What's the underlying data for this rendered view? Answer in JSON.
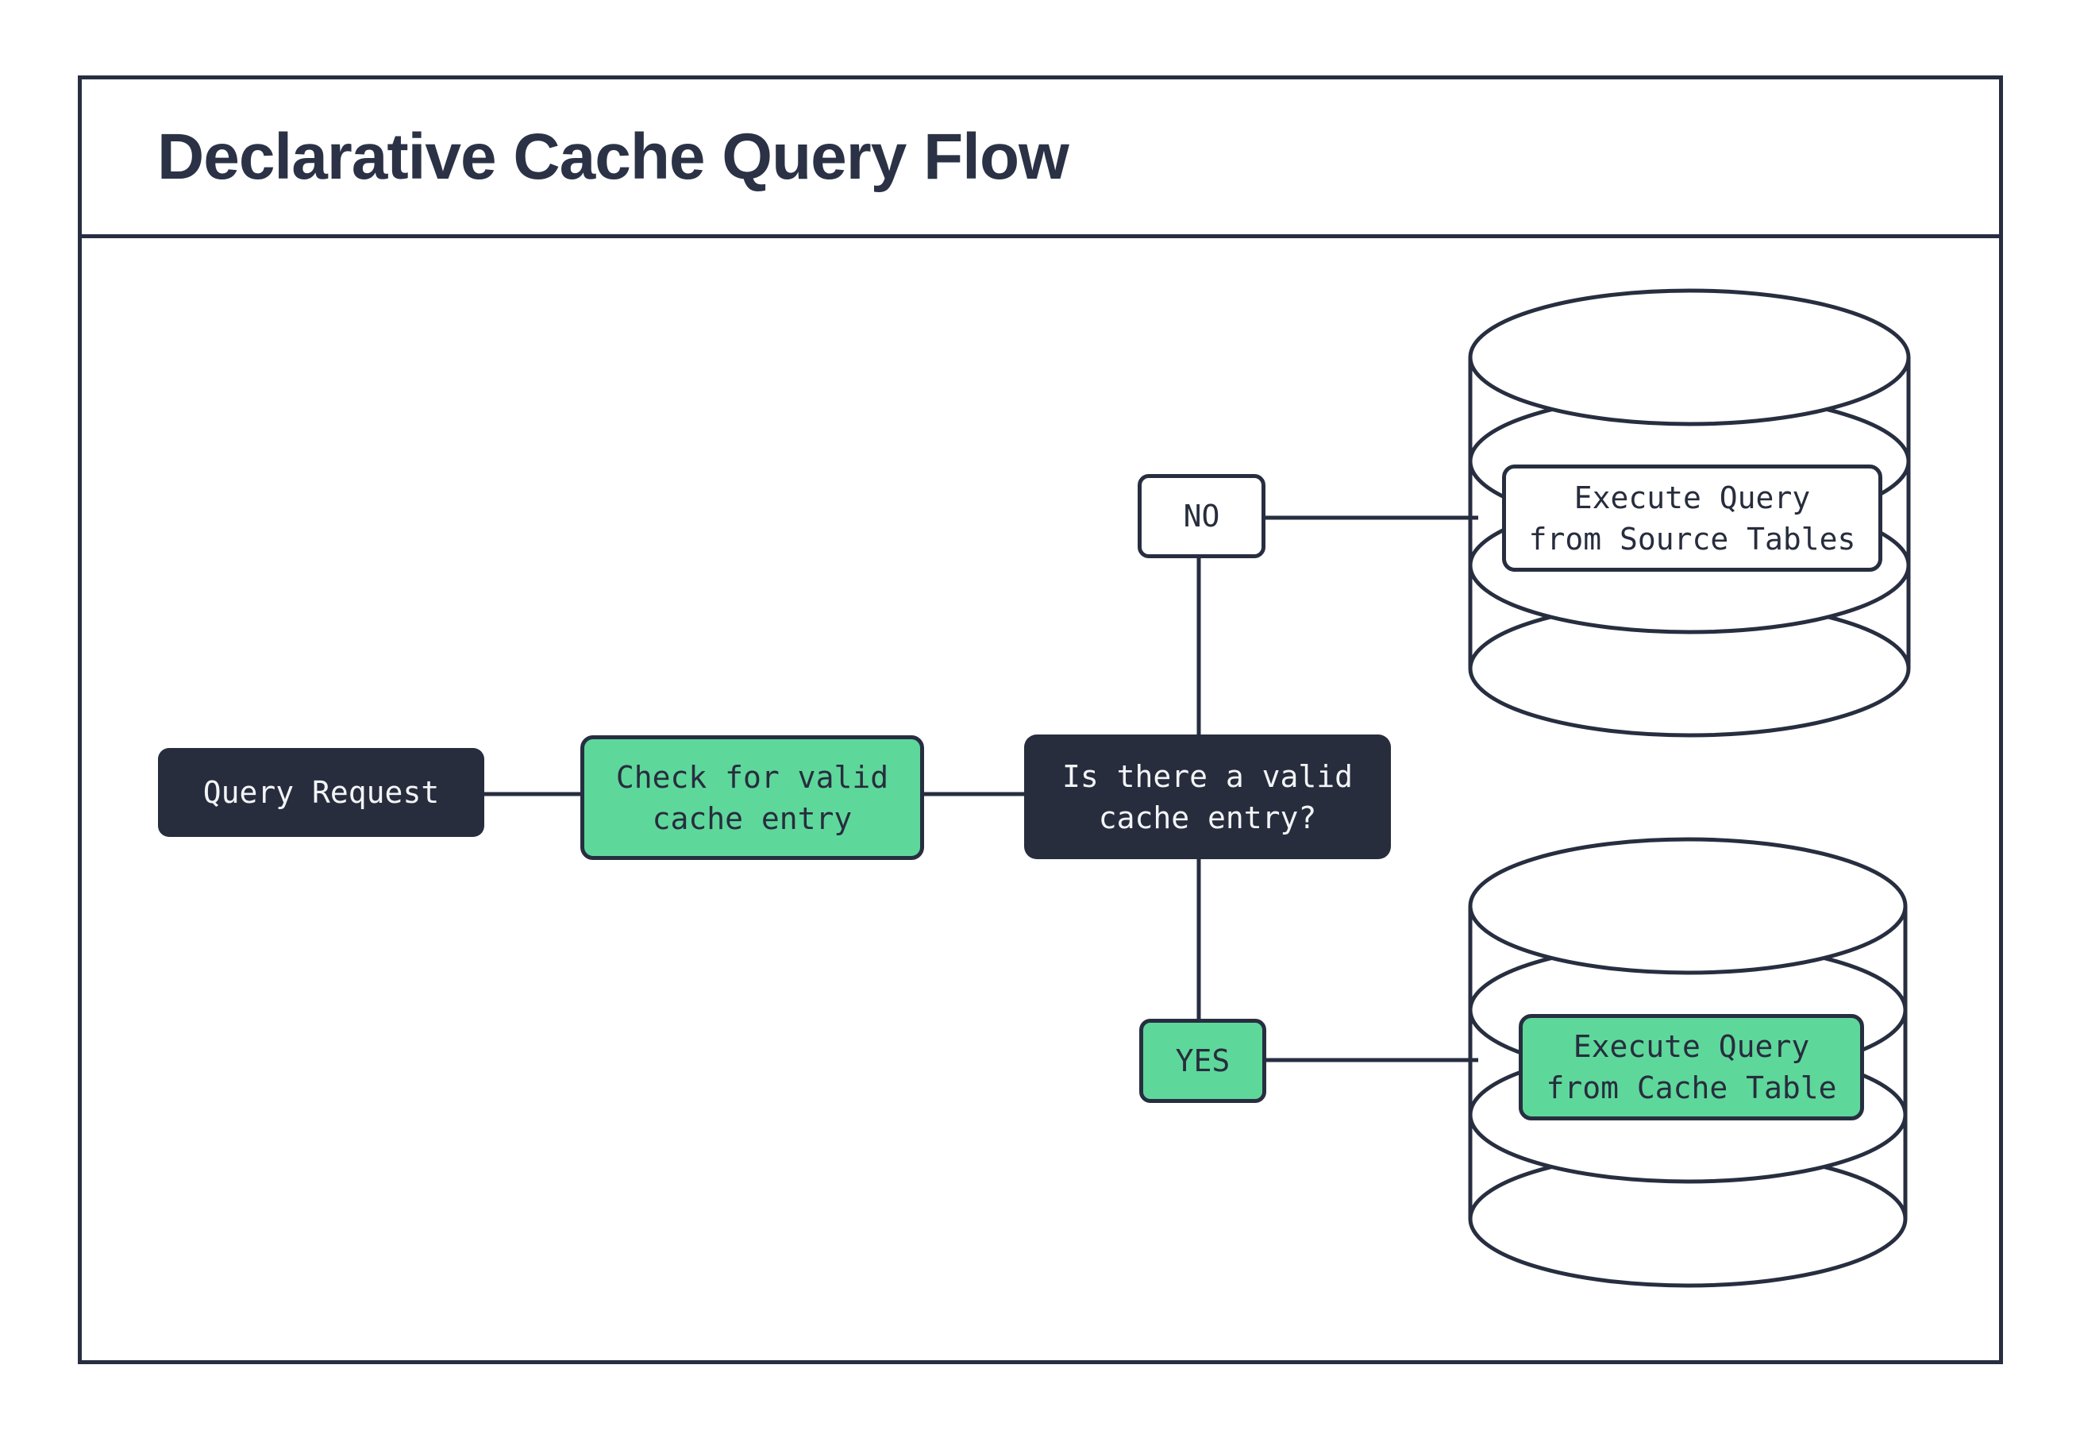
{
  "title": "Declarative Cache Query Flow",
  "nodes": {
    "query_request": {
      "label": "Query Request"
    },
    "check_cache": {
      "label": "Check for valid\ncache entry"
    },
    "decision": {
      "label": "Is there a valid\ncache entry?"
    },
    "no_branch": {
      "label": "NO"
    },
    "yes_branch": {
      "label": "YES"
    },
    "execute_source": {
      "label": "Execute Query\nfrom Source Tables"
    },
    "execute_cache": {
      "label": "Execute Query\nfrom Cache Table"
    }
  },
  "colors": {
    "ink": "#272e40",
    "node_dark": "#272d3d",
    "node_green": "#5ed79b",
    "node_white": "#ffffff",
    "text_on_dark": "#f2f4f6"
  }
}
